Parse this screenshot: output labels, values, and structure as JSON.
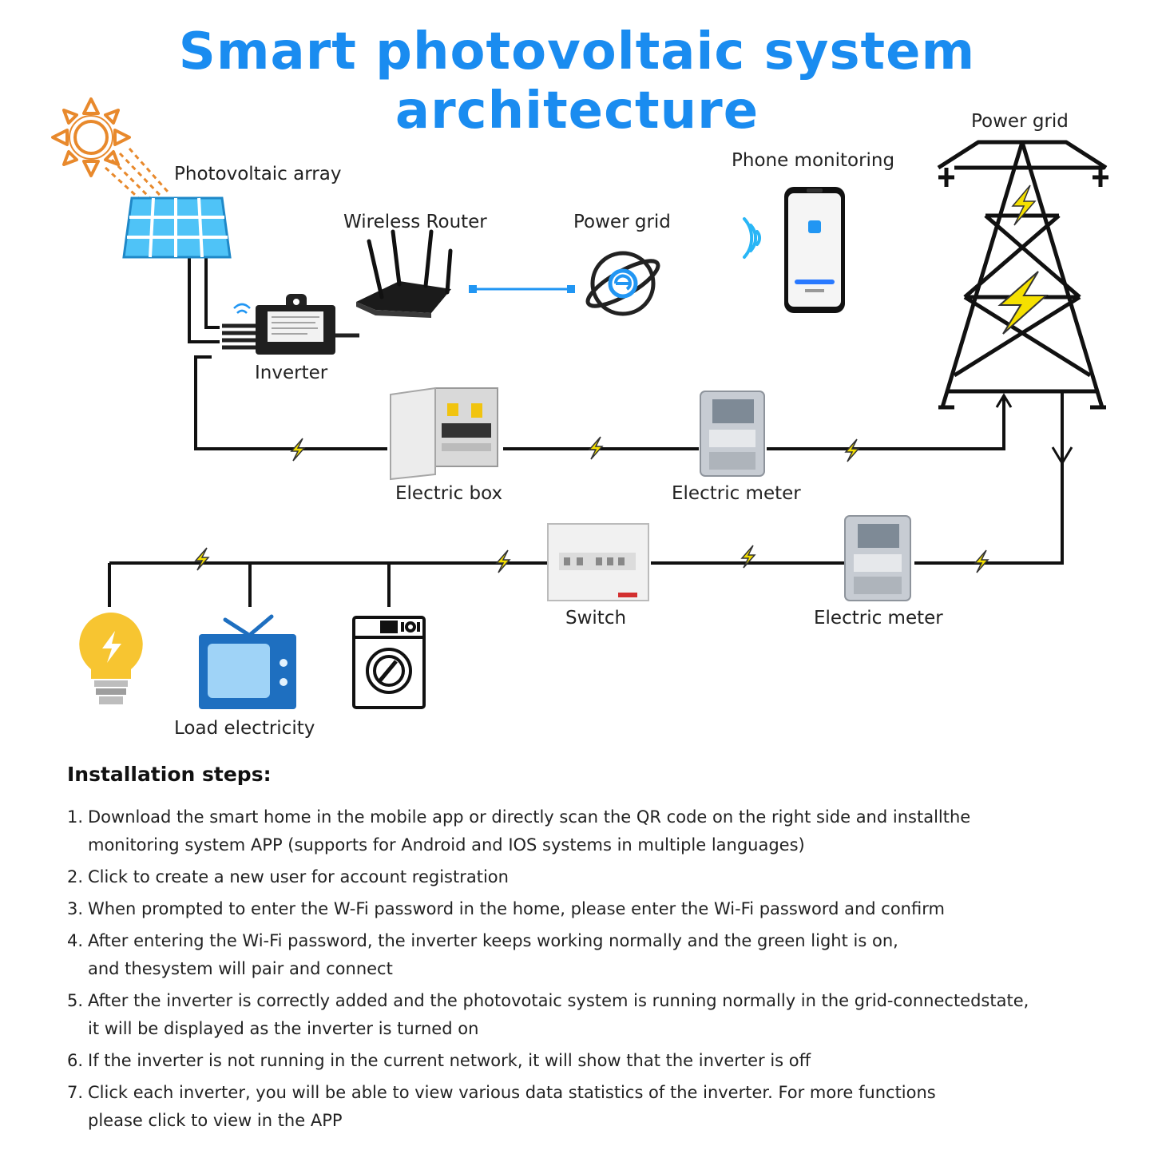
{
  "title": "Smart photovoltaic system architecture",
  "labels": {
    "photovoltaic_array": "Photovoltaic array",
    "wireless_router": "Wireless Router",
    "power_grid_cloud": "Power grid",
    "phone_monitoring": "Phone monitoring",
    "power_grid_tower": "Power grid",
    "inverter": "Inverter",
    "electric_box": "Electric box",
    "electric_meter_top": "Electric meter",
    "switch": "Switch",
    "electric_meter_bottom": "Electric meter",
    "load_electricity": "Load electricity"
  },
  "colors": {
    "title": "#1a8cf0",
    "panel": "#4fc3f7",
    "sun": "#e8892c",
    "bolt": "#f5e000",
    "tv": "#1e6fc0",
    "bulb": "#f7c531"
  },
  "steps": {
    "heading": "Installation steps:",
    "items": [
      {
        "num": "1.",
        "line1": "Download the smart home in the mobile app or directly scan the QR code on the right side and installthe",
        "line2": "monitoring system APP (supports for Android and IOS systems in multiple languages)"
      },
      {
        "num": "2.",
        "line1": "Click to create a new user for account registration",
        "line2": ""
      },
      {
        "num": "3.",
        "line1": "When prompted to enter the W-Fi password in the home, please enter the Wi-Fi password and confirm",
        "line2": ""
      },
      {
        "num": "4.",
        "line1": "After entering the Wi-Fi password, the inverter keeps working normally and the green light is on,",
        "line2": "and thesystem will pair and connect"
      },
      {
        "num": "5.",
        "line1": "After the inverter is correctly added and the photovotaic system is running normally in the grid-connectedstate,",
        "line2": "it will be displayed as the inverter is turned on"
      },
      {
        "num": "6.",
        "line1": "If the inverter is not running in the current network, it will show that the inverter is off",
        "line2": ""
      },
      {
        "num": "7.",
        "line1": "Click each inverter, you will be able to view various data statistics of the inverter. For more functions",
        "line2": "please click to view in the APP"
      }
    ]
  }
}
